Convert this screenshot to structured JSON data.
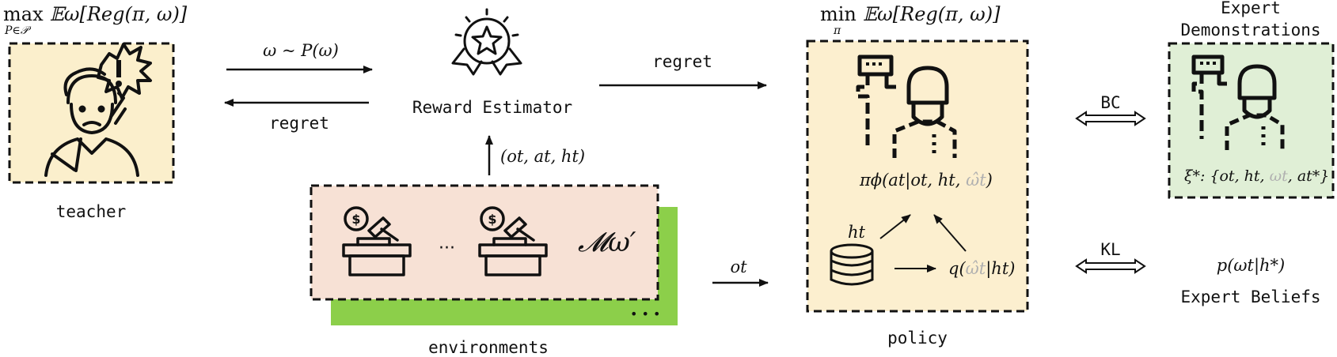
{
  "teacher": {
    "objective": "max_{P∈𝒫} 𝔼_ω[Reg(π, ω)]",
    "objective_main": "max",
    "objective_sub": "P∈𝒫",
    "objective_rest": "𝔼ω[Reg(π, ω)]",
    "label": "teacher"
  },
  "arrows": {
    "sample_label": "ω ~ P(ω)",
    "regret_back_label": "regret",
    "regret_fwd_label": "regret",
    "transition_label": "(ot, at, ht)",
    "obs_label": "ot",
    "bc_label": "BC",
    "kl_label": "KL"
  },
  "reward_estimator": {
    "label": "Reward Estimator"
  },
  "environments": {
    "model_label": "𝓜ω′",
    "ellipsis": "···",
    "dots": "• • •",
    "label": "environments"
  },
  "policy": {
    "objective_main": "min",
    "objective_sub": "π",
    "objective_rest": "𝔼ω[Reg(π, ω)]",
    "pi_label": "πϕ(at|ot, ht, ",
    "pi_faded": "ω̂t",
    "pi_close": ")",
    "h_label": "ht",
    "q_label": "q(",
    "q_faded": "ω̂t",
    "q_close": "|ht)",
    "label": "policy"
  },
  "expert": {
    "title_line1": "Expert",
    "title_line2": "Demonstrations",
    "xi_label": "ξ*: {ot, ht, ",
    "xi_faded": "ωt",
    "xi_close": ", at*}",
    "belief_formula": "p(ωt|h*)",
    "beliefs_label": "Expert Beliefs"
  },
  "colors": {
    "teacher_box": "#fbefcc",
    "env_box": "#f7e1d5",
    "env_shadow": "#8ccf4a",
    "policy_box": "#fcefcf",
    "expert_box": "#e0efd6"
  }
}
